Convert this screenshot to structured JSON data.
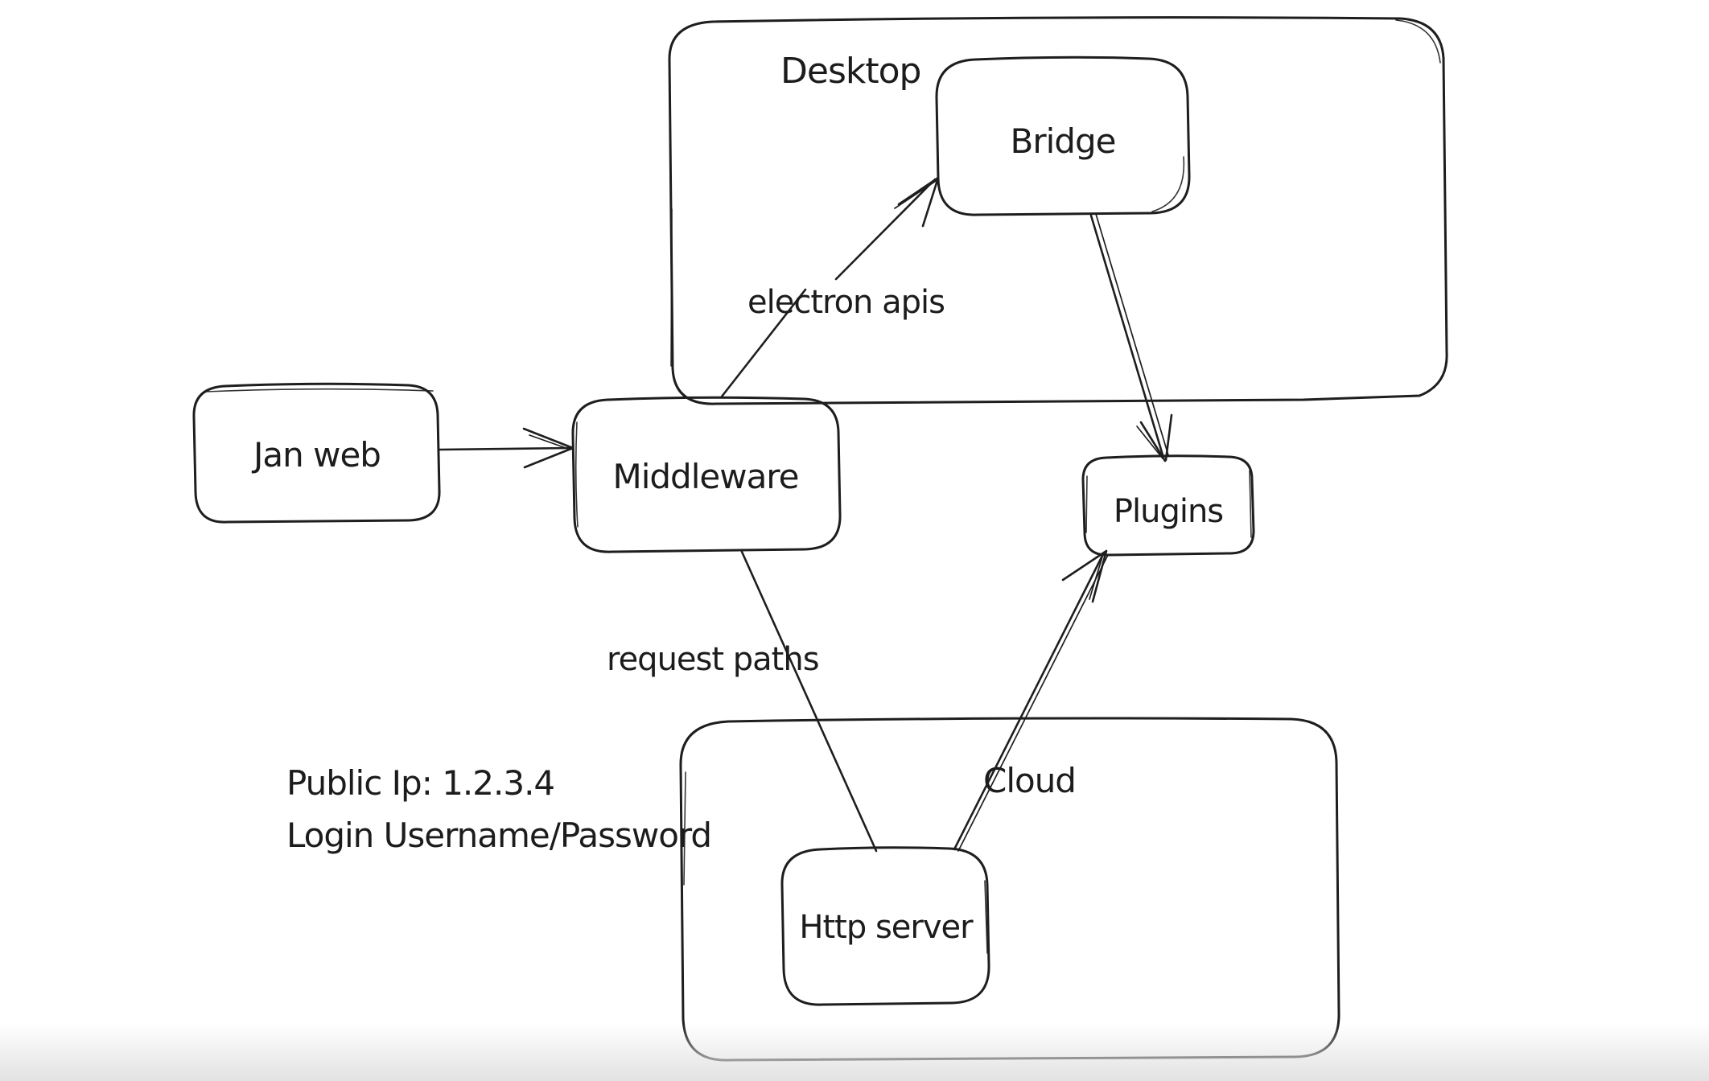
{
  "app": {
    "background": "#ffffff",
    "ink_color": "#1e1e1e",
    "bottom_fade_color": "#e2e2e2"
  },
  "diagram": {
    "containers": [
      {
        "label": "Desktop"
      },
      {
        "label": "Cloud"
      }
    ],
    "nodes": [
      {
        "label": "Jan web"
      },
      {
        "label": "Middleware"
      },
      {
        "label": "Bridge"
      },
      {
        "label": "Plugins"
      },
      {
        "label": "Http server"
      }
    ],
    "edges": [
      {
        "from": "Jan web",
        "to": "Middleware",
        "label": ""
      },
      {
        "from": "Middleware",
        "to": "Bridge",
        "label": "electron apis"
      },
      {
        "from": "Bridge",
        "to": "Plugins",
        "label": ""
      },
      {
        "from": "Middleware",
        "to": "Http server",
        "label": "request paths"
      },
      {
        "from": "Http server",
        "to": "Plugins",
        "label": ""
      }
    ],
    "annotations": {
      "line1": "Public Ip: 1.2.3.4",
      "line2": "Login Username/Password"
    }
  }
}
